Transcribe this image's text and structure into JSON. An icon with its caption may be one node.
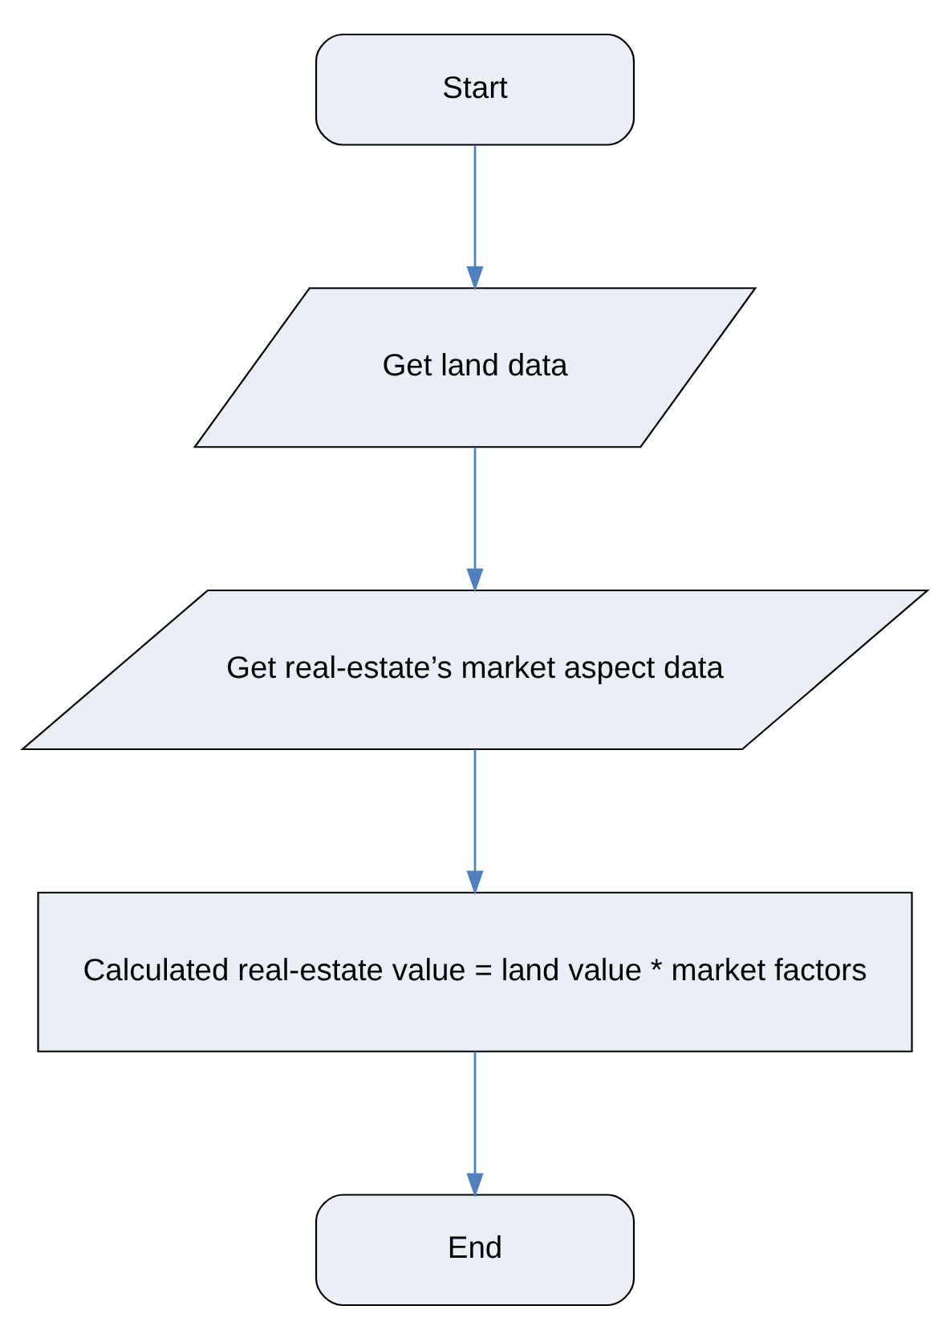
{
  "diagram": {
    "nodes": [
      {
        "text": [
          "Start"
        ]
      },
      {
        "text": [
          "Get land data"
        ]
      },
      {
        "text": [
          "Get real-estate’s market aspect data"
        ]
      },
      {
        "text": [
          "Calculated real-estate value = land value * market factors"
        ]
      },
      {
        "text": [
          "End"
        ]
      }
    ],
    "edges": [
      {
        "from": 0,
        "to": 1,
        "arrow": "to"
      },
      {
        "from": 1,
        "to": 2,
        "arrow": "to"
      },
      {
        "from": 2,
        "to": 3,
        "arrow": "to"
      },
      {
        "from": 3,
        "to": 4,
        "arrow": "to"
      }
    ]
  }
}
